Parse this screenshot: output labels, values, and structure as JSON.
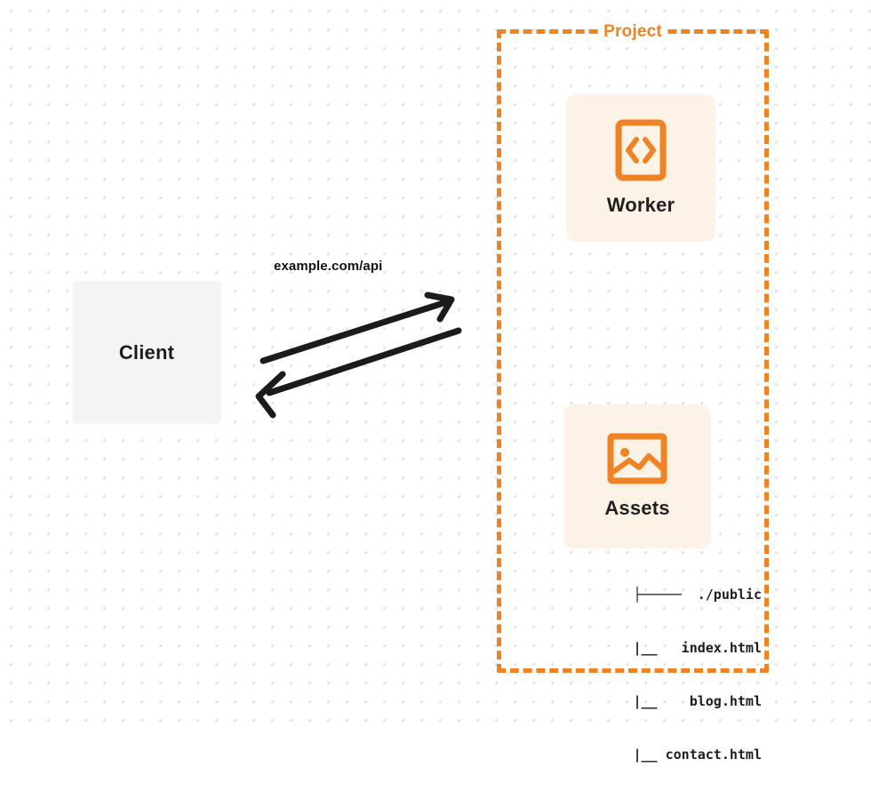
{
  "diagram": {
    "title": "Project",
    "background": "dot-grid",
    "colors": {
      "orange": "#ef8324",
      "card_bg": "#fdf2e6",
      "client_bg": "#f4f4f6",
      "text": "#1d1d1f",
      "arrow": "#1b1b1b",
      "dot_grid": "#e3e3e6"
    }
  },
  "client": {
    "label": "Client",
    "icon": "client-box-icon"
  },
  "connection": {
    "label": "example.com/api",
    "request_arrow": "arrow-right-icon",
    "response_arrow": "arrow-left-icon"
  },
  "project": {
    "title": "Project",
    "cards": [
      {
        "id": "worker",
        "label": "Worker",
        "icon": "code-brackets-icon"
      },
      {
        "id": "assets",
        "label": "Assets",
        "icon": "image-icon"
      }
    ],
    "file_tree": {
      "rows": [
        "├─────  ./public",
        "     |__   index.html",
        "     |__    blog.html",
        "     |__ contact.html"
      ],
      "root": "./public",
      "files": [
        "index.html",
        "blog.html",
        "contact.html"
      ]
    }
  }
}
